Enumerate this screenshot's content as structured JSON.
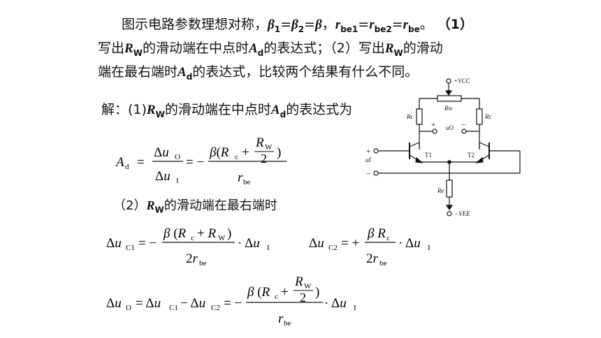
{
  "problem": {
    "line1": "图示电路参数理想对称，β1=β2=β，rbe1=rbe2=rbe。（1）",
    "line2": "写出RW的滑动端在中点时Ad的表达式；（2）写出RW的滑动",
    "line3": "端在最右端时Ad的表达式，比较两个结果有什么不同。"
  },
  "solution": {
    "part1": "解：(1)RW的滑动端在中点时Ad的表达式为",
    "part2": "（2）RW的滑动端在最右端时"
  },
  "circuit": {
    "vcc_label": "+VCC",
    "vee_label": "−VEE",
    "rw_label": "Rw",
    "rc_left_label": "Rc",
    "rc_right_label": "Rc",
    "re_label": "Re",
    "t1_label": "T1",
    "t2_label": "T2",
    "uo_label": "uO",
    "ui_label": "uI",
    "plus_sign": "+",
    "minus_sign": "−"
  }
}
